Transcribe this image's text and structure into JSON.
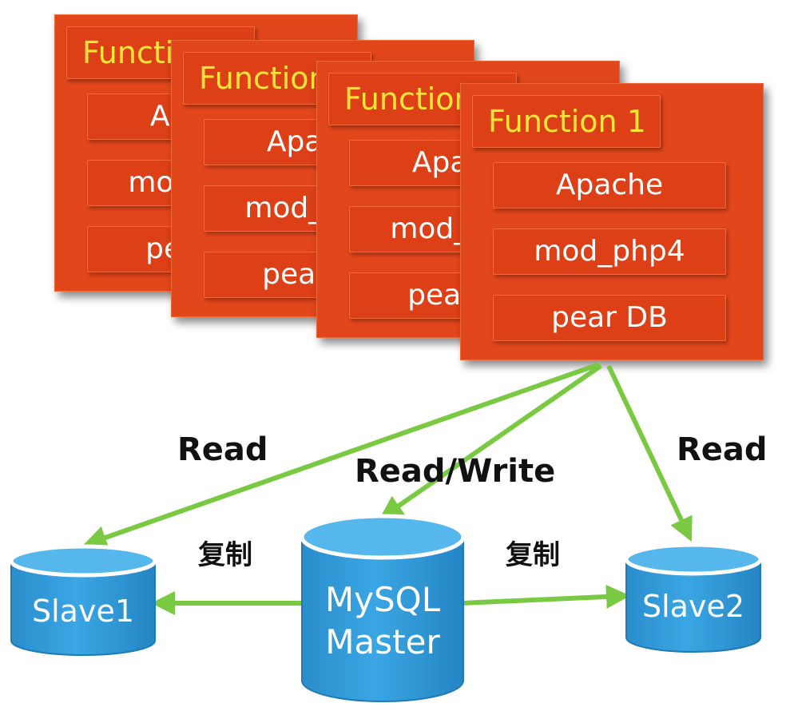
{
  "function_cards": [
    {
      "title": "Function 1",
      "items": [
        "Apache",
        "mod_php4",
        "pear DB"
      ]
    },
    {
      "title": "Function 1",
      "items": [
        "Apache",
        "mod_php4",
        "pear DB"
      ]
    },
    {
      "title": "Function 1",
      "items": [
        "Apache",
        "mod_php4",
        "pear DB"
      ]
    },
    {
      "title": "Function 1",
      "items": [
        "Apache",
        "mod_php4",
        "pear DB"
      ]
    }
  ],
  "labels": {
    "read_left": "Read",
    "read_write": "Read/Write",
    "read_right": "Read",
    "replicate_left": "复制",
    "replicate_right": "复制"
  },
  "databases": {
    "slave1": "Slave1",
    "master_line1": "MySQL",
    "master_line2": "Master",
    "slave2": "Slave2"
  },
  "colors": {
    "card_fill": "#e2461b",
    "card_title": "#ffe53a",
    "arrow": "#7ac943",
    "db_fill": "#2f9ad8"
  }
}
